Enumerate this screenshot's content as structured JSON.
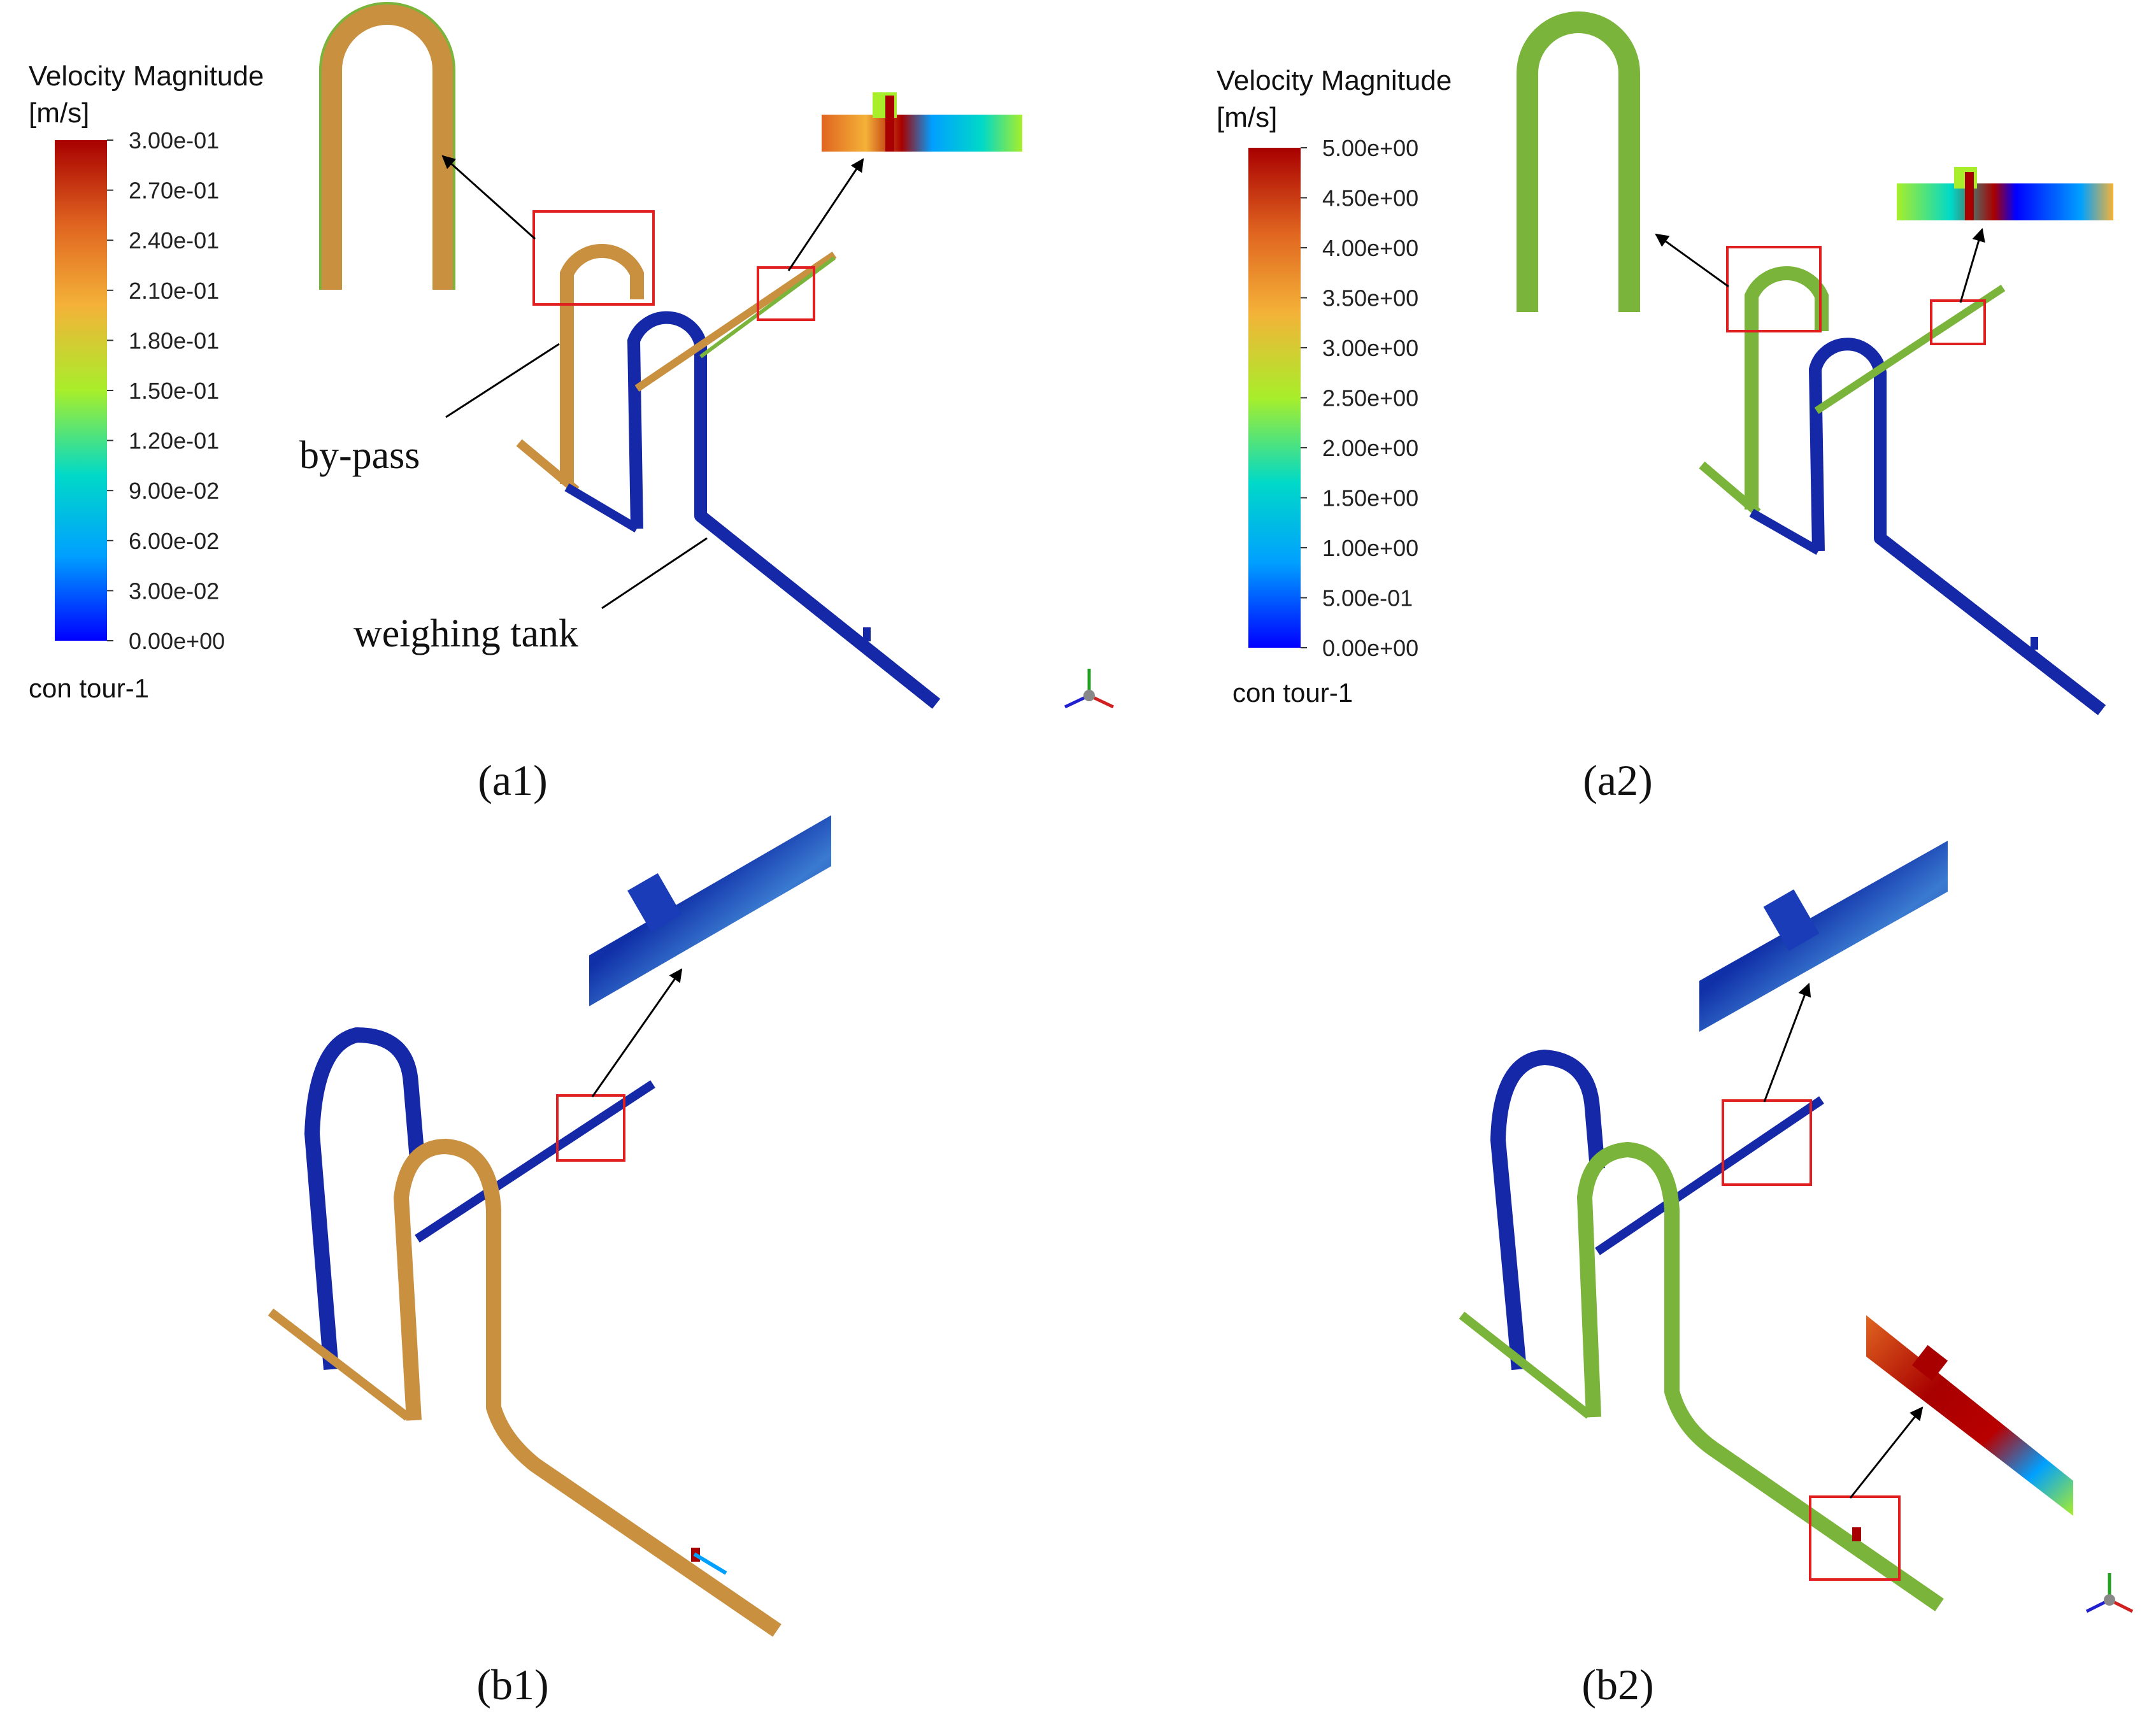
{
  "panels": {
    "a1": {
      "legend": {
        "title": "Velocity Magnitude",
        "unit": "[m/s]",
        "ticks": [
          "3.00e-01",
          "2.70e-01",
          "2.40e-01",
          "2.10e-01",
          "1.80e-01",
          "1.50e-01",
          "1.20e-01",
          "9.00e-02",
          "6.00e-02",
          "3.00e-02",
          "0.00e+00"
        ],
        "footer": "con tour-1"
      },
      "annotations": {
        "bypass": "by-pass",
        "weighing_tank": "weighing tank"
      },
      "caption": "(a1)"
    },
    "a2": {
      "legend": {
        "title": "Velocity Magnitude",
        "unit": "[m/s]",
        "ticks": [
          "5.00e+00",
          "4.50e+00",
          "4.00e+00",
          "3.50e+00",
          "3.00e+00",
          "2.50e+00",
          "2.00e+00",
          "1.50e+00",
          "1.00e+00",
          "5.00e-01",
          "0.00e+00"
        ],
        "footer": "con tour-1"
      },
      "caption": "(a2)"
    },
    "b1": {
      "caption": "(b1)"
    },
    "b2": {
      "caption": "(b2)"
    }
  },
  "colors": {
    "colormap": [
      "#0000ff",
      "#00a0ff",
      "#00d9c8",
      "#a8ee2a",
      "#f4b238",
      "#e06520",
      "#a80000"
    ],
    "pipe_blue": "#1428a8",
    "pipe_orange": "#c99040",
    "pipe_green": "#7ab43a",
    "highlight_box": "#e02020"
  }
}
